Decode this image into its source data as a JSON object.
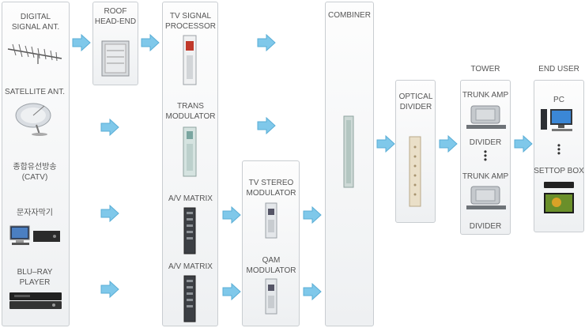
{
  "sources": {
    "digital_ant": "DIGITAL\nSIGNAL ANT.",
    "satellite_ant": "SATELLITE ANT.",
    "catv": "종합유선방송\n(CATV)",
    "text_broadcast": "문자자막기",
    "bluray": "BLU–RAY\nPLAYER"
  },
  "roof_headend": "ROOF\nHEAD-END",
  "processors": {
    "tv_signal": "TV SIGNAL\nPROCESSOR",
    "trans_modulator": "TRANS\nMODULATOR",
    "av_matrix_1": "A/V MATRIX",
    "av_matrix_2": "A/V MATRIX"
  },
  "modulators": {
    "tv_stereo": "TV STEREO\nMODULATOR",
    "qam": "QAM\nMODULATOR"
  },
  "combiner": "COMBINER",
  "optical_divider": "OPTICAL\nDIVIDER",
  "tower": {
    "title": "TOWER",
    "trunk_amp_1": "TRUNK AMP",
    "divider_1": "DIVIDER",
    "trunk_amp_2": "TRUNK AMP",
    "divider_2": "DIVIDER"
  },
  "end_user": {
    "title": "END USER",
    "pc": "PC",
    "settop": "SETTOP BOX"
  },
  "colors": {
    "arrow": "#7fc8ea",
    "arrow_edge": "#5aaed6",
    "panel_border": "#c9cdd1"
  }
}
